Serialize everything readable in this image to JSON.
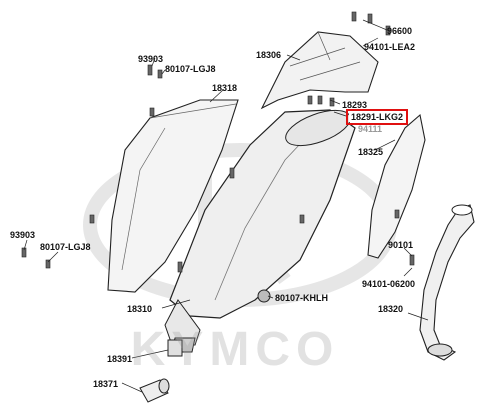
{
  "diagram": {
    "watermark": "KYMCO",
    "highlighted_part": "18291-LKG2",
    "labels": {
      "p96600": "96600",
      "p94101_lea2": "94101-LEA2",
      "p18306": "18306",
      "p93903_top": "93903",
      "p80107_lgj8_top": "80107-LGJ8",
      "p18318": "18318",
      "p18293": "18293",
      "p18291_lkg2": "18291-LKG2",
      "p94111": "94111",
      "p18325": "18325",
      "p93903_left": "93903",
      "p80107_lgj8_left": "80107-LGJ8",
      "p90101": "90101",
      "p94101_06200": "94101-06200",
      "p80107_khlh": "80107-KHLH",
      "p18310": "18310",
      "p18320": "18320",
      "p18391": "18391",
      "p18371": "18371"
    },
    "colors": {
      "highlight": "#e01010",
      "line": "#222222",
      "watermark": "#c8c8c8"
    }
  }
}
